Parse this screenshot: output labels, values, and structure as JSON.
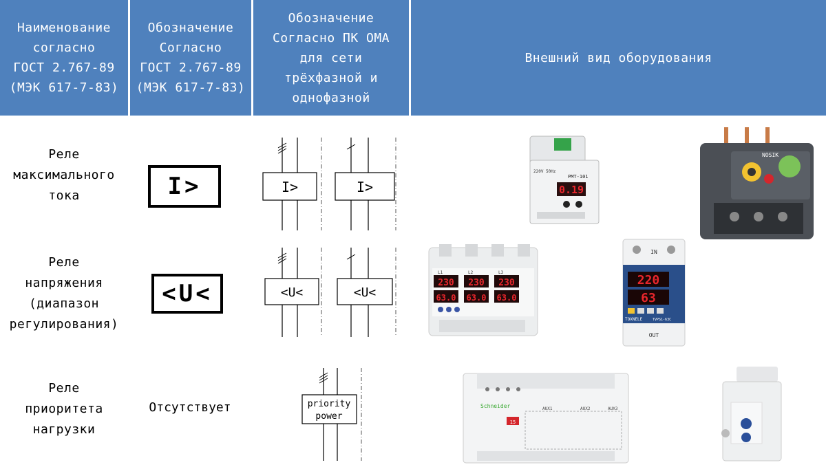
{
  "header": {
    "col1": "Наименование\nсогласно\nГОСТ 2.767-89\n(МЭК 617-7-83)",
    "col2": "Обозначение\nСогласно\nГОСТ 2.767-89\n(МЭК 617-7-83)",
    "col3": "Обозначение\nСогласно ПК ОМА\nдля сети\nтрёхфазной и\nоднофазной",
    "col4": "Внешний вид оборудования"
  },
  "rows": [
    {
      "name": "Реле\nмаксимального\nтока",
      "gost_symbol": "I>",
      "oma_symbol": "I>"
    },
    {
      "name": "Реле\nнапряжения\n(диапазон\nрегулирования)",
      "gost_symbol": "<U<",
      "oma_symbol": "<U<"
    },
    {
      "name": "Реле\nприоритета\nнагрузки",
      "gost_symbol": "Отсутствует",
      "oma_symbol_line1": "priority",
      "oma_symbol_line2": "power"
    }
  ],
  "devices": {
    "rmt_label": "PMT-101",
    "rmt_display": "0.19",
    "rmt_voltage": "220V 50Hz",
    "nosik_label": "NOSIK",
    "v3_display": [
      "230",
      "230",
      "230",
      "63.0",
      "63.0",
      "63.0"
    ],
    "v3_labels": [
      "L1",
      "L2",
      "L3"
    ],
    "tovp_top": "IN",
    "tovp_bottom": "OUT",
    "tovp_display_v": "220",
    "tovp_display_a": "63",
    "tovp_brand": "TOXNELE",
    "tovp_model": "TVPS1-63C",
    "schneider_brand": "Schneider",
    "schneider_code": "15",
    "schneider_aux": [
      "AUX1",
      "AUX2",
      "AUX3"
    ]
  },
  "colors": {
    "header_bg": "#4f81bd",
    "header_text": "#ffffff",
    "display_red": "#e8262c"
  }
}
